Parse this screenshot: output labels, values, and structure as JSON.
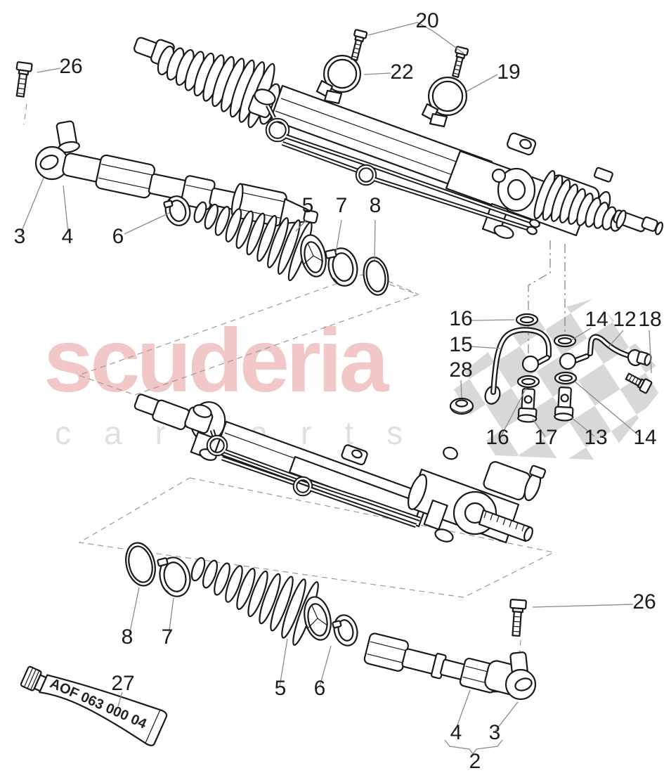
{
  "watermark": {
    "title": "scuderia",
    "subtitle": "carparts"
  },
  "diagram": {
    "tube_marking": "AOF 063 000 04",
    "callouts": [
      {
        "label": "20"
      },
      {
        "label": "22"
      },
      {
        "label": "19"
      },
      {
        "label": "26"
      },
      {
        "label": "3"
      },
      {
        "label": "4"
      },
      {
        "label": "6"
      },
      {
        "label": "5"
      },
      {
        "label": "7"
      },
      {
        "label": "8"
      },
      {
        "label": "16"
      },
      {
        "label": "15"
      },
      {
        "label": "28"
      },
      {
        "label": "14"
      },
      {
        "label": "12"
      },
      {
        "label": "18"
      },
      {
        "label": "16"
      },
      {
        "label": "17"
      },
      {
        "label": "13"
      },
      {
        "label": "14"
      },
      {
        "label": "8"
      },
      {
        "label": "7"
      },
      {
        "label": "5"
      },
      {
        "label": "6"
      },
      {
        "label": "27"
      },
      {
        "label": "26"
      },
      {
        "label": "4"
      },
      {
        "label": "3"
      },
      {
        "label": "2"
      }
    ]
  },
  "colors": {
    "line": "#1a1a1a",
    "leader_gray": "#8a8a8a",
    "watermark_pink": "#f1c7c7",
    "watermark_gray": "#e0e0e0",
    "flag_gray": "#d8d8d8",
    "background": "#ffffff"
  }
}
